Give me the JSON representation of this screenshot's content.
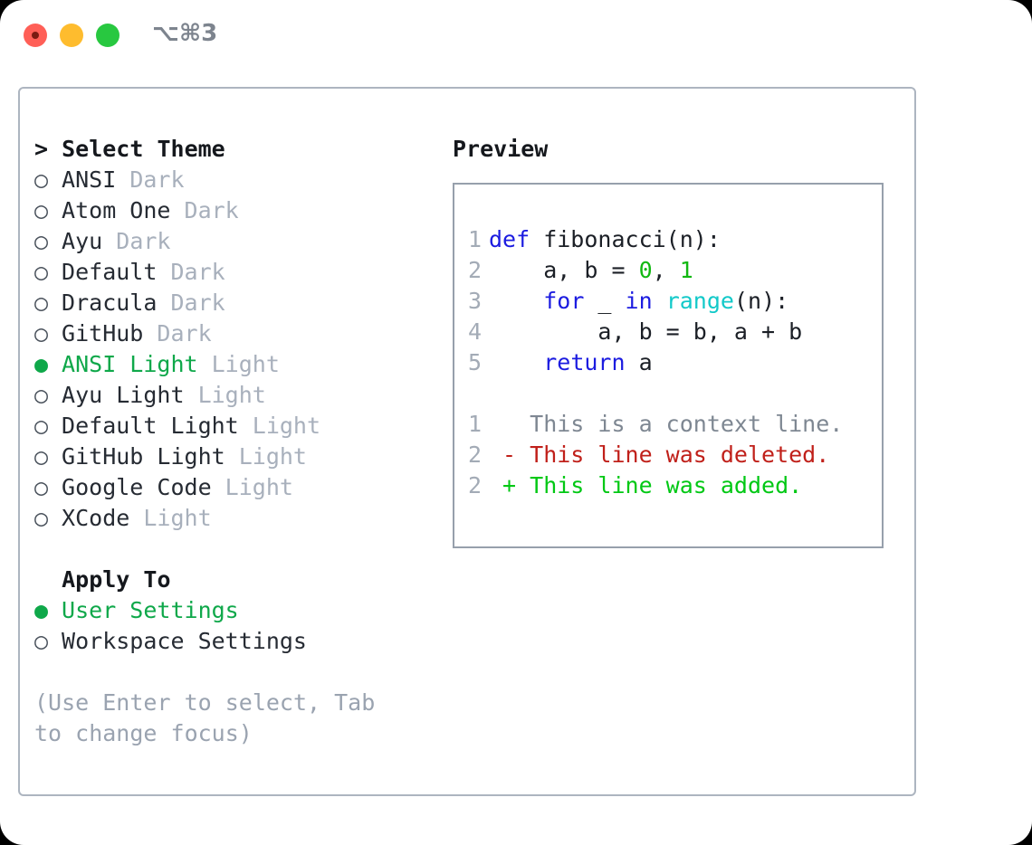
{
  "window": {
    "traffic_lights": [
      "close",
      "minimize",
      "maximize"
    ],
    "shortcut_label": "⌥⌘3"
  },
  "theme_picker": {
    "heading": "> Select Theme",
    "caret": ">",
    "heading_text": "Select Theme",
    "marker_selected": "●",
    "marker_unselected": "○",
    "selected_color": "#0fa84a",
    "items": [
      {
        "name": "ANSI",
        "category": "Dark",
        "selected": false
      },
      {
        "name": "Atom One",
        "category": "Dark",
        "selected": false
      },
      {
        "name": "Ayu",
        "category": "Dark",
        "selected": false
      },
      {
        "name": "Default",
        "category": "Dark",
        "selected": false
      },
      {
        "name": "Dracula",
        "category": "Dark",
        "selected": false
      },
      {
        "name": "GitHub",
        "category": "Dark",
        "selected": false
      },
      {
        "name": "ANSI Light",
        "category": "Light",
        "selected": true
      },
      {
        "name": "Ayu Light",
        "category": "Light",
        "selected": false
      },
      {
        "name": "Default Light",
        "category": "Light",
        "selected": false
      },
      {
        "name": "GitHub Light",
        "category": "Light",
        "selected": false
      },
      {
        "name": "Google Code",
        "category": "Light",
        "selected": false
      },
      {
        "name": "XCode",
        "category": "Light",
        "selected": false
      }
    ]
  },
  "apply_to": {
    "title": "Apply To",
    "items": [
      {
        "name": "User Settings",
        "selected": true
      },
      {
        "name": "Workspace Settings",
        "selected": false
      }
    ]
  },
  "hint": "(Use Enter to select, Tab to change focus)",
  "preview": {
    "title": "Preview",
    "code_lines": [
      {
        "num": "1",
        "tokens": [
          {
            "t": "def",
            "c": "kw"
          },
          {
            "t": " fibonacci(",
            "c": "id"
          },
          {
            "t": "n",
            "c": "id"
          },
          {
            "t": "):",
            "c": "id"
          }
        ]
      },
      {
        "num": "2",
        "tokens": [
          {
            "t": "    a, b = ",
            "c": "id"
          },
          {
            "t": "0",
            "c": "num"
          },
          {
            "t": ", ",
            "c": "id"
          },
          {
            "t": "1",
            "c": "num"
          }
        ]
      },
      {
        "num": "3",
        "tokens": [
          {
            "t": "    ",
            "c": "id"
          },
          {
            "t": "for",
            "c": "kw"
          },
          {
            "t": " _ ",
            "c": "id"
          },
          {
            "t": "in",
            "c": "kw"
          },
          {
            "t": " ",
            "c": "id"
          },
          {
            "t": "range",
            "c": "fn"
          },
          {
            "t": "(n):",
            "c": "id"
          }
        ]
      },
      {
        "num": "4",
        "tokens": [
          {
            "t": "        a, b = b, a + b",
            "c": "id"
          }
        ]
      },
      {
        "num": "5",
        "tokens": [
          {
            "t": "    ",
            "c": "id"
          },
          {
            "t": "return",
            "c": "kw"
          },
          {
            "t": " a",
            "c": "id"
          }
        ]
      }
    ],
    "diff_lines": [
      {
        "num": "1",
        "sign": " ",
        "text": " This is a context line.",
        "kind": "ctx"
      },
      {
        "num": "2",
        "sign": "-",
        "text": " This line was deleted.",
        "kind": "del"
      },
      {
        "num": "2",
        "sign": "+",
        "text": " This line was added.",
        "kind": "add"
      }
    ]
  },
  "colors": {
    "accent_green": "#0fa84a",
    "keyword_blue": "#1c1ce0",
    "function_cyan": "#12c9c9",
    "number_green": "#12b812",
    "diff_delete_red": "#c0201a",
    "diff_add_green": "#00c814",
    "muted_gray": "#a8b0bc",
    "border_gray": "#97a0ac"
  }
}
